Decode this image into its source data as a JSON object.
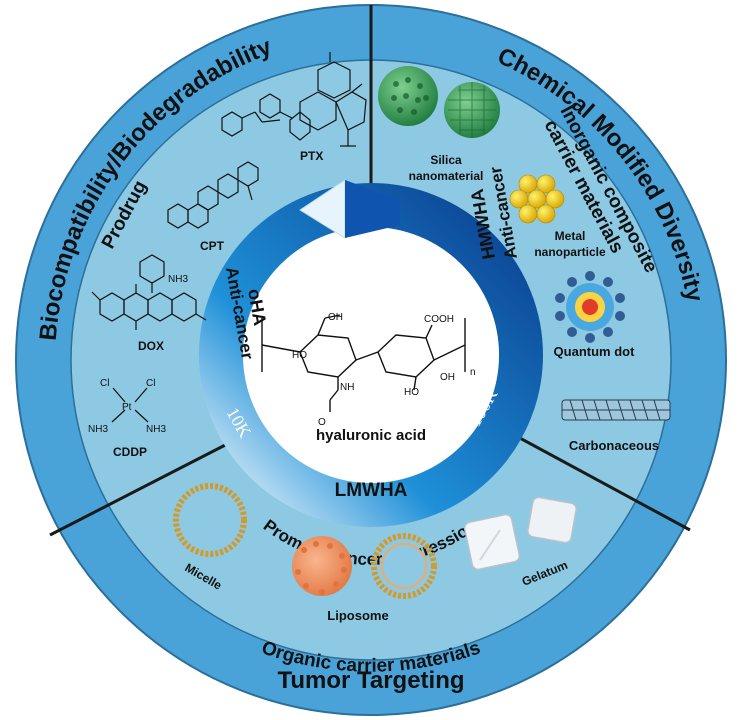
{
  "outer_ring": {
    "top_left": "Biocompatibility/Biodegradability",
    "top_right": "Chemical Modified Diversity",
    "bottom": "Tumor Targeting"
  },
  "sections": {
    "left": {
      "title": "Prodrug",
      "items": [
        "PTX",
        "CPT",
        "DOX",
        "CDDP"
      ]
    },
    "right": {
      "title_line1": "Inorganic composite",
      "title_line2": "carrier materials",
      "items": [
        {
          "line1": "Silica",
          "line2": "nanomaterial"
        },
        {
          "line1": "Metal",
          "line2": "nanoparticle"
        },
        {
          "line1": "Quantum dot",
          "line2": ""
        },
        {
          "line1": "Carbonaceous",
          "line2": ""
        }
      ]
    },
    "bottom": {
      "title": "Organic carrier materials",
      "items": [
        "Micelle",
        "Liposome",
        "Gelatum"
      ]
    }
  },
  "center": {
    "molecule_label": "hyaluronic acid",
    "cooh": "COOH",
    "oh": "OH",
    "ho": "HO",
    "nh": "NH",
    "o": "O",
    "n": "n",
    "left_arc": {
      "line1": "oHA",
      "line2": "Anti-cancer",
      "size": "10K"
    },
    "right_arc": {
      "line1": "HMWHA",
      "line2": "Anti-cancer",
      "size": "100K"
    },
    "bottom_arc": {
      "line1": "LMWHA",
      "line2": "Promote cancer progression"
    }
  },
  "chem_labels": {
    "cl1": "Cl",
    "cl2": "Cl",
    "pt": "Pt",
    "nh3_1": "NH3",
    "nh3_2": "NH3",
    "nh3_dox": "NH3"
  },
  "colors": {
    "outer_ring": "#4aa3d8",
    "inner_disk": "#8ec9e3",
    "arrow_dark": "#0a3f8f",
    "arrow_light": "#e8f4fb",
    "center": "#ffffff",
    "silica": "#2e9a54",
    "gold": "#f5c518",
    "liposome": "#f08a5d"
  }
}
